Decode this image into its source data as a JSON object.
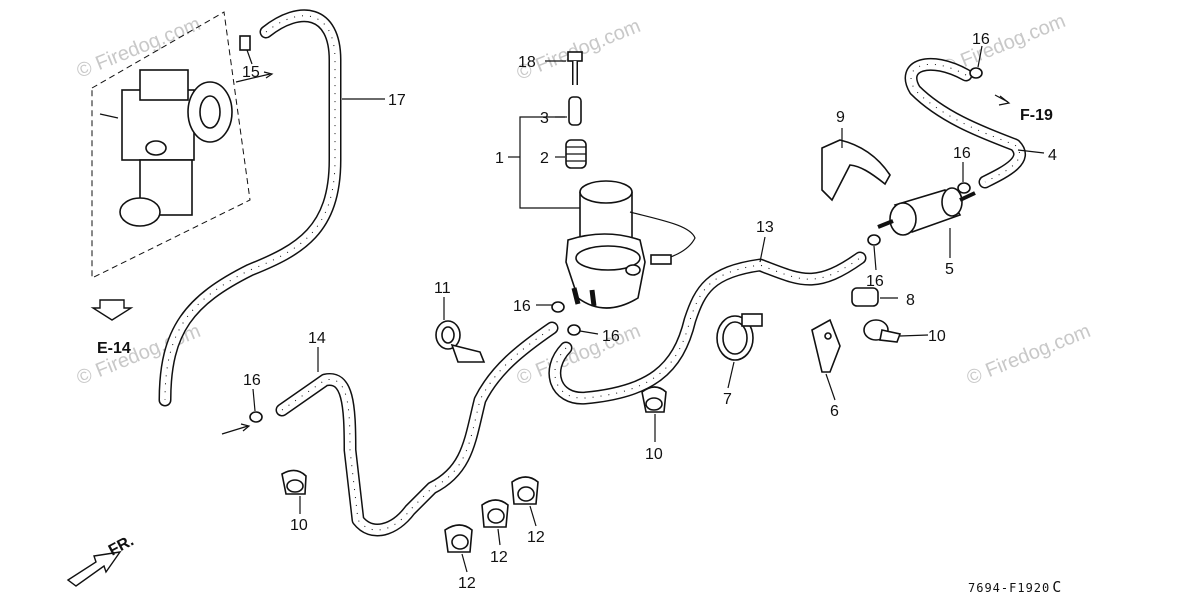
{
  "diagram": {
    "watermarks": [
      "© Firedog.com",
      "© Firedog.com",
      "© Firedog.com",
      "© Firedog.com",
      "© Firedog.com",
      "© Firedog.com"
    ],
    "labels": {
      "p1": "1",
      "p2": "2",
      "p3": "3",
      "p4": "4",
      "p5": "5",
      "p6": "6",
      "p7": "7",
      "p8": "8",
      "p9": "9",
      "p10a": "10",
      "p10b": "10",
      "p10c": "10",
      "p11": "11",
      "p12a": "12",
      "p12b": "12",
      "p12c": "12",
      "p13": "13",
      "p14": "14",
      "p15": "15",
      "p16a": "16",
      "p16b": "16",
      "p16c": "16",
      "p16d": "16",
      "p16e": "16",
      "p16f": "16",
      "p17": "17",
      "p18": "18"
    },
    "references": {
      "e14": "E-14",
      "f19": "F-19"
    },
    "front_marker": "FR.",
    "drawing_code": "7694-F1920",
    "drawing_suffix": "C"
  }
}
